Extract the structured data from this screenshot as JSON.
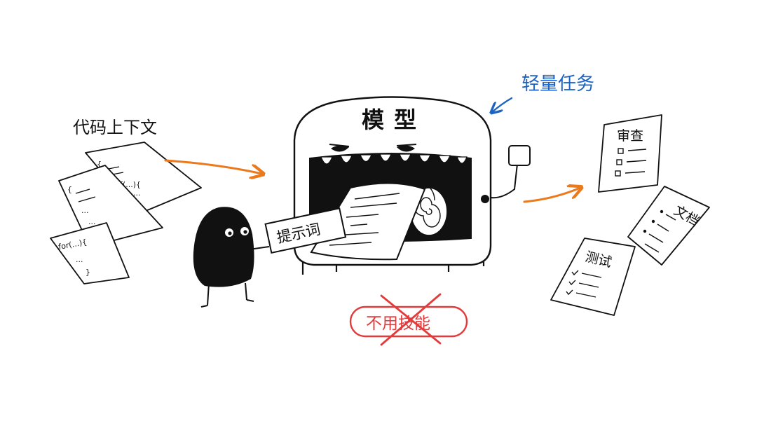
{
  "labels": {
    "code_context": "代码上下文",
    "model": "模型",
    "light_tasks": "轻量任务",
    "prompt": "提示词",
    "no_skills": "不用技能",
    "review": "审查",
    "docs": "文档",
    "test": "测试"
  },
  "code_snippets": {
    "brace_open": "{",
    "brace_close": "}",
    "if_line": "if(...){",
    "for_line": "for(...){",
    "dots": "..."
  },
  "colors": {
    "ink": "#111111",
    "orange_arrow": "#ea7a1c",
    "blue_note": "#1d63c4",
    "red_stamp": "#e23b3b"
  }
}
